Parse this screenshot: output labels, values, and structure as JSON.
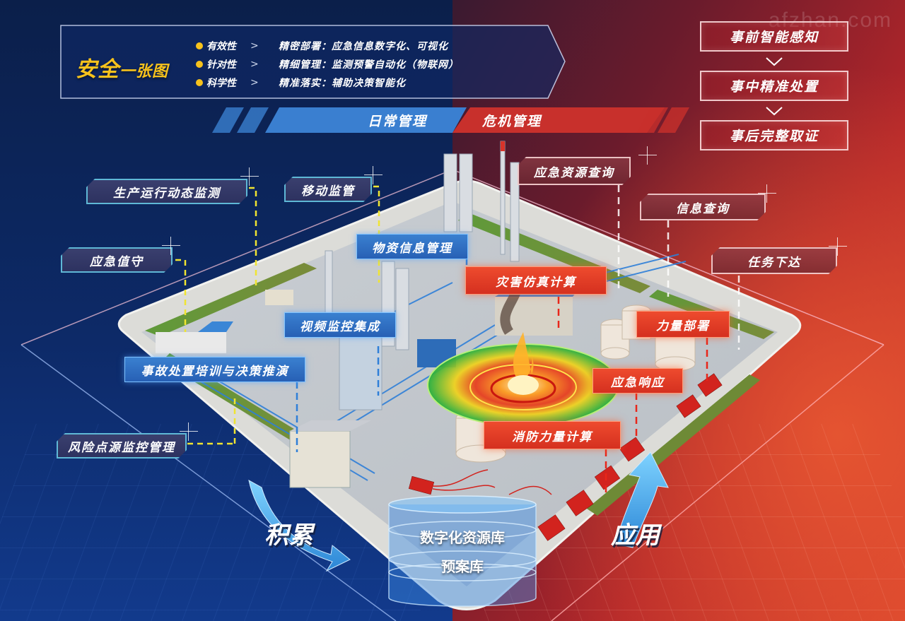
{
  "watermark": "afzhan.com",
  "header": {
    "title_main": "安全",
    "title_sub": "一张图",
    "features": [
      {
        "name": "有效性",
        "chevron": ">",
        "desc": "精密部署：应急信息数字化、可视化"
      },
      {
        "name": "针对性",
        "chevron": ">",
        "desc": "精细管理：监测预警自动化（物联网）"
      },
      {
        "name": "科学性",
        "chevron": ">",
        "desc": "精准落实：辅助决策智能化"
      }
    ]
  },
  "steps": [
    {
      "label": "事前智能感知"
    },
    {
      "label": "事中精准处置"
    },
    {
      "label": "事后完整取证"
    }
  ],
  "mode_band": {
    "daily": "日常管理",
    "crisis": "危机管理"
  },
  "callouts_daily": {
    "production_monitoring": "生产运行动态监测",
    "mobile_supervision": "移动监管",
    "emergency_duty": "应急值守",
    "material_info": "物资信息管理",
    "video_integration": "视频监控集成",
    "training_decision": "事故处置培训与决策推演",
    "risk_source": "风险点源监控管理"
  },
  "callouts_crisis": {
    "resource_query": "应急资源查询",
    "info_query": "信息查询",
    "task_dispatch": "任务下达",
    "disaster_simulation": "灾害仿真计算",
    "force_deployment": "力量部署",
    "emergency_response": "应急响应",
    "fire_force_calc": "消防力量计算"
  },
  "database": {
    "line1": "数字化资源库",
    "line2": "预案库"
  },
  "flow": {
    "accumulate": "积累",
    "apply": "应用"
  },
  "colors": {
    "daily_blue": "#2760b5",
    "crisis_red": "#d5301f",
    "accent_yellow": "#f7c21c",
    "frame_cyan": "#5fb8d6"
  }
}
